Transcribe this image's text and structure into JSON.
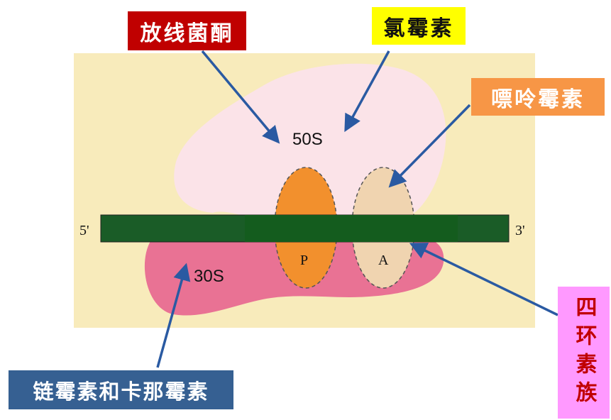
{
  "colors": {
    "background_panel": "#f8ebbb",
    "subunit_50s": "#fbe3e8",
    "subunit_30s": "#e97294",
    "mrna": "#1a5c27",
    "mrna_core": "#145c1e",
    "p_site": "#f2902d",
    "a_site": "#f0d4b0",
    "arrow": "#2a5aa2",
    "label_red": "#c00000",
    "label_yellow": "#ffff00",
    "label_orange": "#f79646",
    "label_pink": "#ff99ff",
    "label_blue": "#366092"
  },
  "diagram": {
    "subunit_large": "50S",
    "subunit_small": "30S",
    "end_5": "5'",
    "end_3": "3'",
    "site_p": "P",
    "site_a": "A"
  },
  "labels": {
    "actinone": "放线菌酮",
    "chloramphenicol": "氯霉素",
    "puromycin": "嘌呤霉素",
    "tetracyclines": "四环素族",
    "streptomycin_kanamycin": "链霉素和卡那霉素"
  }
}
